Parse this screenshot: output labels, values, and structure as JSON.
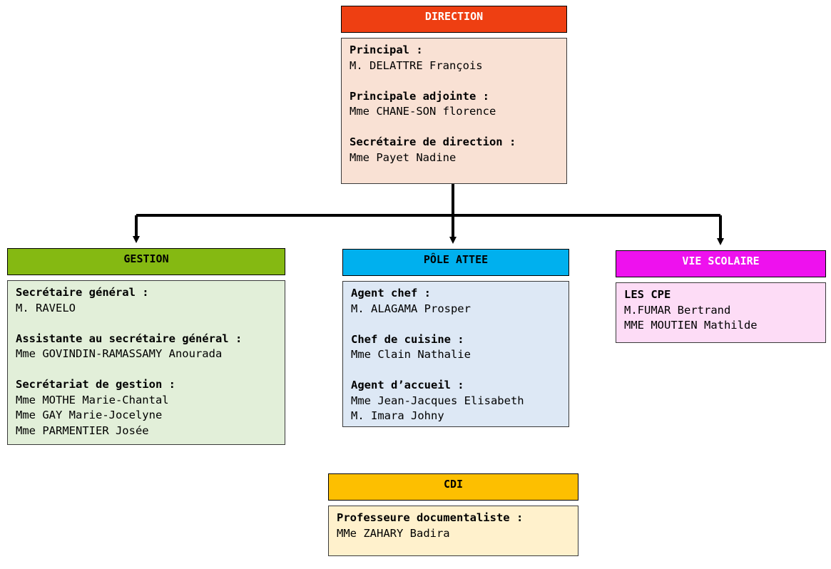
{
  "colors": {
    "direction_header": "#ee3f12",
    "direction_body": "#f9e1d4",
    "gestion_header": "#85b912",
    "gestion_body": "#e2efd9",
    "pole_header": "#00b0ee",
    "pole_body": "#dde8f5",
    "vie_header": "#ee11ee",
    "vie_body": "#fddcf6",
    "cdi_header": "#fdbf00",
    "cdi_body": "#fff1cc"
  },
  "direction": {
    "title": "DIRECTION",
    "groups": [
      {
        "role": "Principal :",
        "names": [
          "M. DELATTRE François"
        ]
      },
      {
        "role": "Principale adjointe :",
        "names": [
          "Mme CHANE-SON florence"
        ]
      },
      {
        "role": "Secrétaire de direction :",
        "names": [
          "Mme Payet Nadine"
        ]
      }
    ]
  },
  "gestion": {
    "title": "GESTION",
    "groups": [
      {
        "role": "Secrétaire général :",
        "names": [
          "M. RAVELO"
        ]
      },
      {
        "role": "Assistante au secrétaire général :",
        "names": [
          "Mme GOVINDIN-RAMASSAMY Anourada"
        ]
      },
      {
        "role": "Secrétariat de gestion :",
        "names": [
          "Mme MOTHE Marie-Chantal",
          "Mme GAY Marie-Jocelyne",
          "Mme PARMENTIER Josée"
        ]
      }
    ]
  },
  "pole_attee": {
    "title": "PÔLE ATTEE",
    "groups": [
      {
        "role": "Agent chef :",
        "names": [
          "M. ALAGAMA Prosper"
        ]
      },
      {
        "role": "Chef de cuisine :",
        "names": [
          "Mme Clain Nathalie"
        ]
      },
      {
        "role": "Agent d’accueil :",
        "names": [
          "Mme Jean-Jacques Elisabeth",
          "M. Imara Johny"
        ]
      }
    ]
  },
  "vie_scolaire": {
    "title": "VIE SCOLAIRE",
    "groups": [
      {
        "role": "LES CPE",
        "names": [
          "M.FUMAR Bertrand",
          "MME MOUTIEN Mathilde"
        ]
      }
    ]
  },
  "cdi": {
    "title": "CDI",
    "groups": [
      {
        "role": "Professeure documentaliste :",
        "names": [
          "MMe ZAHARY Badira"
        ]
      }
    ]
  }
}
